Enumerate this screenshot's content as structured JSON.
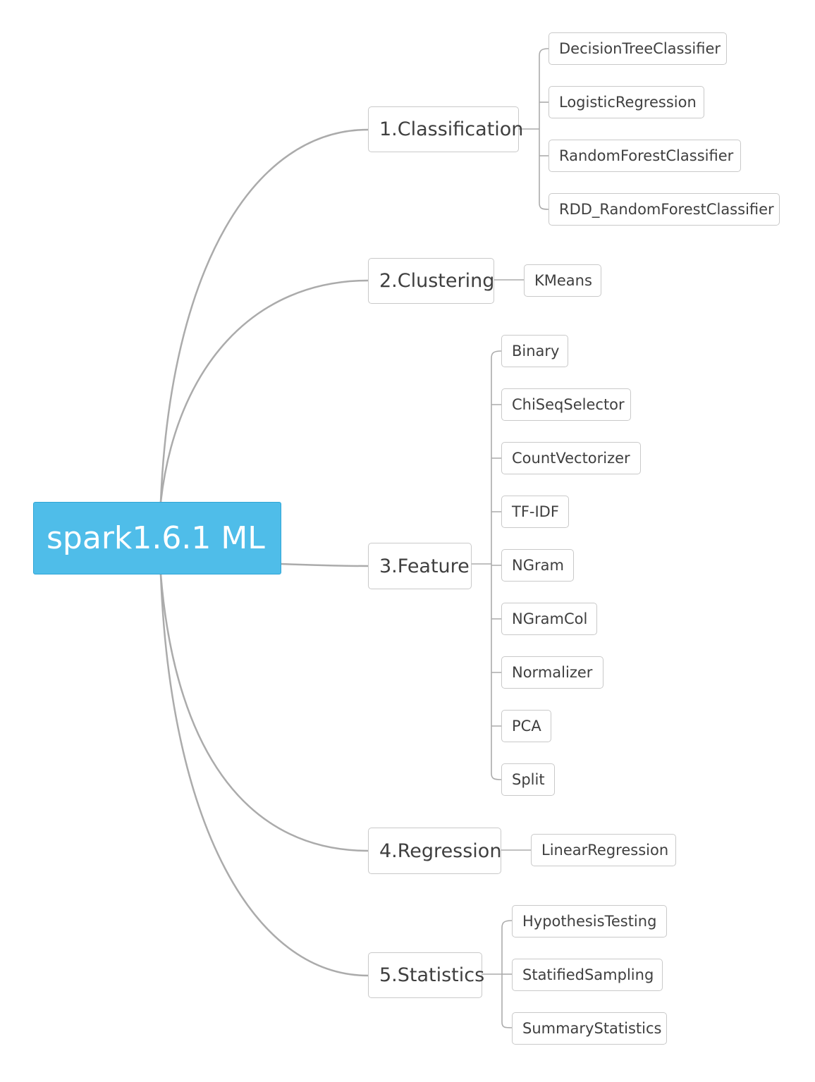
{
  "root": {
    "label": "spark1.6.1 ML"
  },
  "branches": [
    {
      "label": "1.Classification",
      "children": [
        "DecisionTreeClassifier",
        "LogisticRegression",
        "RandomForestClassifier",
        "RDD_RandomForestClassifier"
      ]
    },
    {
      "label": "2.Clustering",
      "children": [
        "KMeans"
      ]
    },
    {
      "label": "3.Feature",
      "children": [
        "Binary",
        "ChiSeqSelector",
        "CountVectorizer",
        "TF-IDF",
        "NGram",
        "NGramCol",
        "Normalizer",
        "PCA",
        "Split"
      ]
    },
    {
      "label": "4.Regression",
      "children": [
        "LinearRegression"
      ]
    },
    {
      "label": "5.Statistics",
      "children": [
        "HypothesisTesting",
        "StatifiedSampling",
        "SummaryStatistics"
      ]
    }
  ],
  "colors": {
    "root_fill": "#4fbde9",
    "connector": "#ababab",
    "node_border": "#c9c9c9"
  }
}
